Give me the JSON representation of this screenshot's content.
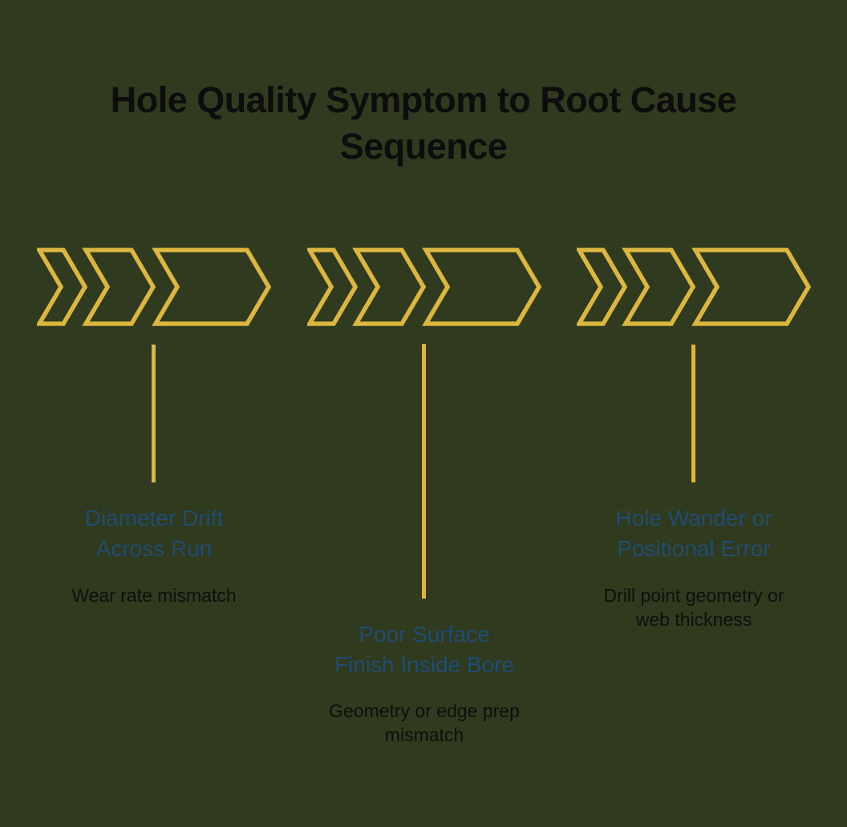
{
  "title": "Hole Quality Symptom to Root Cause Sequence",
  "colors": {
    "background": "#2F3A1E",
    "arrow_yellow": "#DCB63E",
    "symptom_blue": "#1F4D73",
    "cause_text": "#0D100C",
    "title_text": "#0D0D0D"
  },
  "groups": [
    {
      "id": "diameter-drift",
      "symptom_lines": [
        "Diameter Drift",
        "Across Run"
      ],
      "cause_lines": [
        "Wear rate mismatch"
      ]
    },
    {
      "id": "poor-surface-finish",
      "symptom_lines": [
        "Poor Surface",
        "Finish Inside Bore"
      ],
      "cause_lines": [
        "Geometry or edge prep",
        "mismatch"
      ]
    },
    {
      "id": "hole-wander",
      "symptom_lines": [
        "Hole Wander or",
        "Positional Error"
      ],
      "cause_lines": [
        "Drill point geometry or",
        "web thickness"
      ]
    }
  ]
}
